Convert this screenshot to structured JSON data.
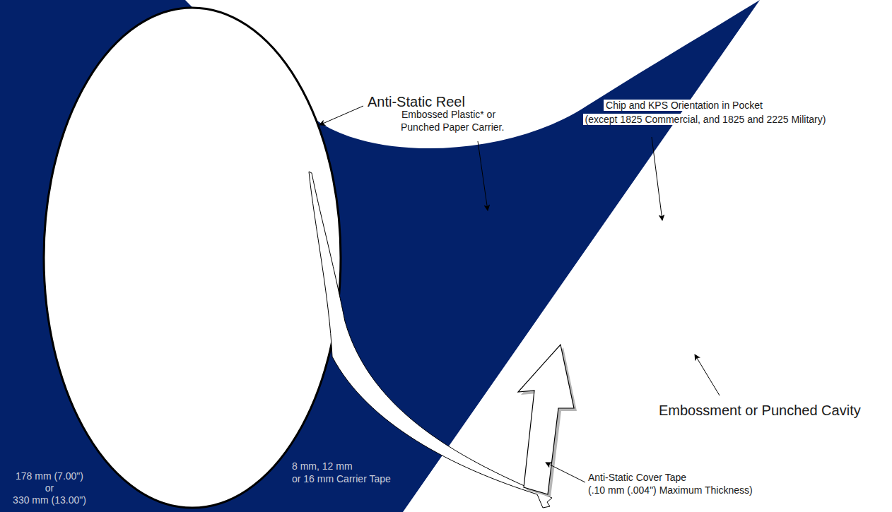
{
  "diagram": {
    "labels": [
      "Anti-Static Reel",
      "Embossed Plastic* or",
      "Punched Paper Carrier.",
      "Chip and KPS Orientation in Pocket",
      "(except 1825 Commercial, and 1825 and 2225 Military)",
      "Embossment or Punched Cavity",
      "Anti-Static Cover Tape",
      "(.10 mm (.004\") Maximum Thickness)",
      "8 mm, 12 mm",
      "or 16 mm Carrier Tape",
      "178 mm (7.00\")",
      "or",
      "330 mm (13.00\")"
    ]
  }
}
